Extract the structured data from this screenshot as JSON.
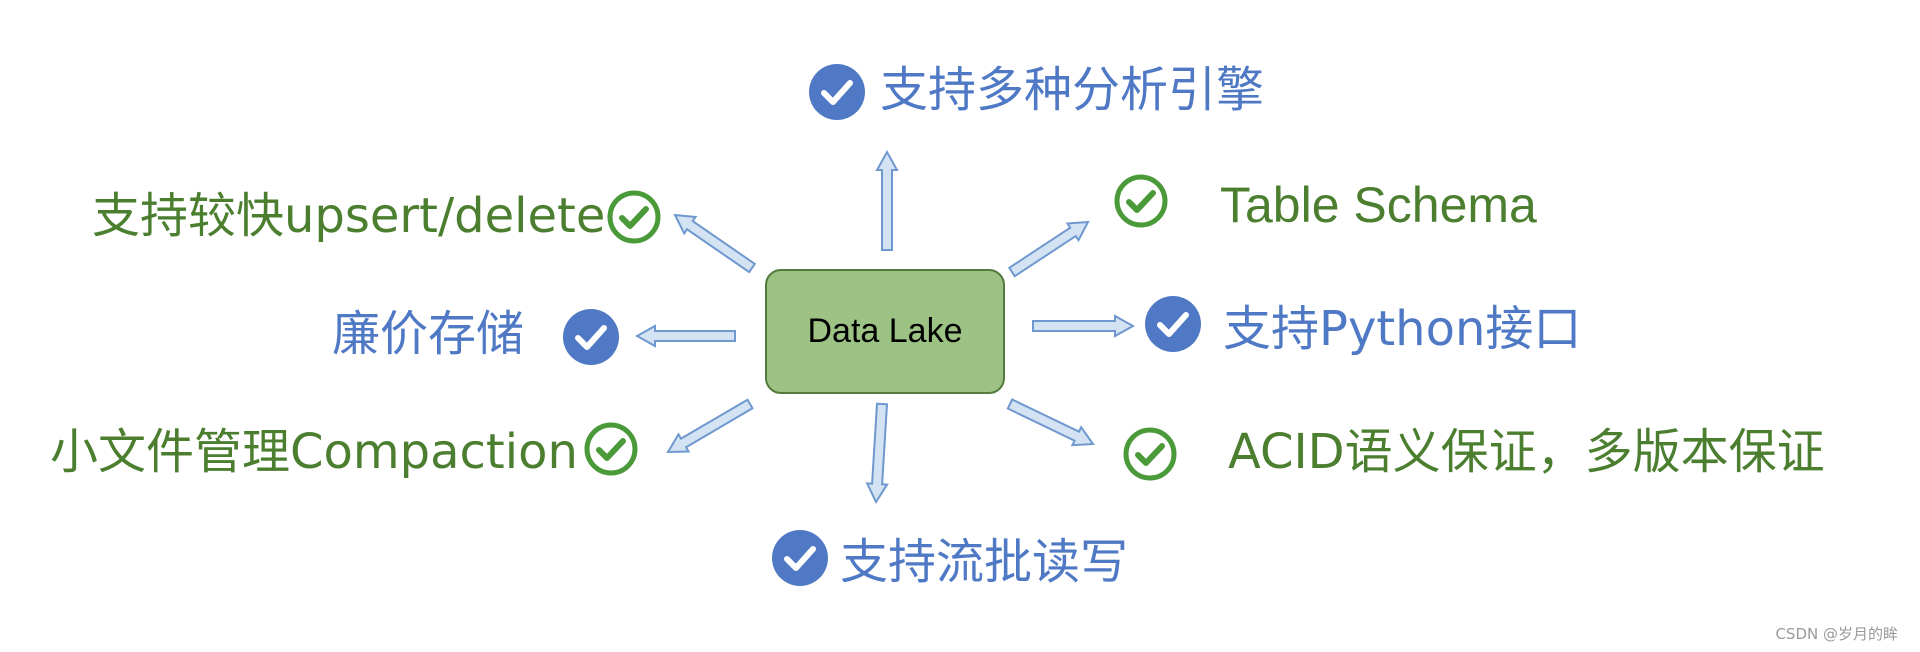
{
  "colors": {
    "blue": "#4f79c5",
    "green": "#4b7f2f",
    "arrow_fill": "#d3e3f4",
    "arrow_stroke": "#6f98cf",
    "box_fill": "#9dc384",
    "box_border": "#547a3e"
  },
  "center": {
    "label": "Data Lake"
  },
  "features": [
    {
      "id": "multi-engine",
      "text": "支持多种分析引擎",
      "color": "blue",
      "icon": "check-circle-filled"
    },
    {
      "id": "upsert-delete",
      "text": "支持较快upsert/delete",
      "color": "green",
      "icon": "check-circle-outline"
    },
    {
      "id": "table-schema",
      "text": "Table Schema",
      "color": "green",
      "icon": "check-circle-outline"
    },
    {
      "id": "cheap-storage",
      "text": "廉价存储",
      "color": "blue",
      "icon": "check-circle-filled"
    },
    {
      "id": "python-api",
      "text": "支持Python接口",
      "color": "blue",
      "icon": "check-circle-filled"
    },
    {
      "id": "compaction",
      "text": "小文件管理Compaction",
      "color": "green",
      "icon": "check-circle-outline"
    },
    {
      "id": "acid",
      "text": "ACID语义保证，多版本保证",
      "color": "green",
      "icon": "check-circle-outline"
    },
    {
      "id": "stream-batch",
      "text": "支持流批读写",
      "color": "blue",
      "icon": "check-circle-filled"
    }
  ],
  "watermark": "CSDN @岁月的眸"
}
